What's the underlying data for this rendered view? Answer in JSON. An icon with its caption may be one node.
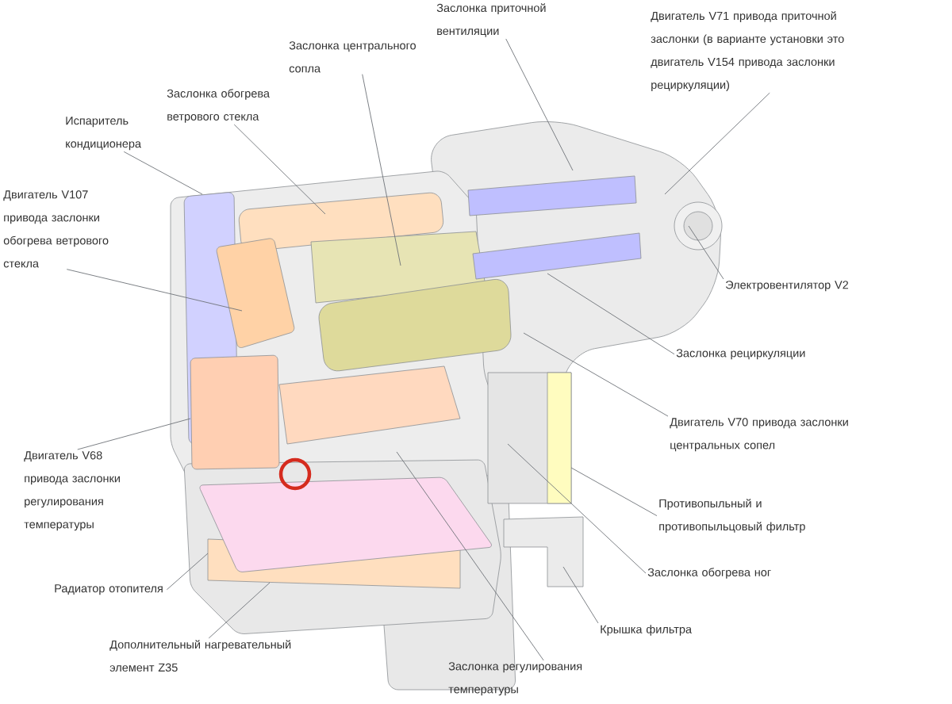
{
  "diagram": {
    "nodes": [
      {
        "text": [
          "Заслонка приточной вентиляции"
        ]
      },
      {
        "text": [
          "Двигатель V71 привода приточной заслонки (в варианте установки это двигатель V154 привода заслонки рециркуляции)"
        ]
      },
      {
        "text": [
          "Заслонка центрального сопла"
        ]
      },
      {
        "text": [
          "Заслонка обогрева ветрового стекла"
        ]
      },
      {
        "text": [
          "Испаритель кондиционера"
        ]
      },
      {
        "text": [
          "Двигатель V107 привода заслонки обогрева ветрового стекла"
        ]
      },
      {
        "text": [
          "Электровентилятор V2"
        ]
      },
      {
        "text": [
          "Заслонка рециркуляции"
        ]
      },
      {
        "text": [
          "Двигатель V70 привода заслонки центральных сопел"
        ]
      },
      {
        "text": [
          "Двигатель V68 привода заслонки регулирования температуры"
        ]
      },
      {
        "text": [
          "Противопыльный и противопыльцовый фильтр"
        ]
      },
      {
        "text": [
          "Заслонка обогрева ног"
        ]
      },
      {
        "text": [
          "Радиатор отопителя"
        ]
      },
      {
        "text": [
          "Крышка фильтра"
        ]
      },
      {
        "text": [
          "Дополнительный нагревательный элемент Z35"
        ]
      },
      {
        "text": [
          "Заслонка регулирования температуры"
        ]
      }
    ],
    "edges": [
      {
        "from": 0,
        "to": null,
        "arrow": "none"
      },
      {
        "from": 1,
        "to": null,
        "arrow": "none"
      },
      {
        "from": 2,
        "to": null,
        "arrow": "none"
      },
      {
        "from": 3,
        "to": null,
        "arrow": "none"
      },
      {
        "from": 4,
        "to": null,
        "arrow": "none"
      },
      {
        "from": 5,
        "to": null,
        "arrow": "none"
      },
      {
        "from": 6,
        "to": null,
        "arrow": "none"
      },
      {
        "from": 7,
        "to": null,
        "arrow": "none"
      },
      {
        "from": 8,
        "to": null,
        "arrow": "none"
      },
      {
        "from": 9,
        "to": null,
        "arrow": "none"
      },
      {
        "from": 10,
        "to": null,
        "arrow": "none"
      },
      {
        "from": 11,
        "to": null,
        "arrow": "none"
      },
      {
        "from": 12,
        "to": null,
        "arrow": "none"
      },
      {
        "from": 13,
        "to": null,
        "arrow": "none"
      },
      {
        "from": 14,
        "to": null,
        "arrow": "none"
      },
      {
        "from": 15,
        "to": null,
        "arrow": "none"
      }
    ]
  }
}
